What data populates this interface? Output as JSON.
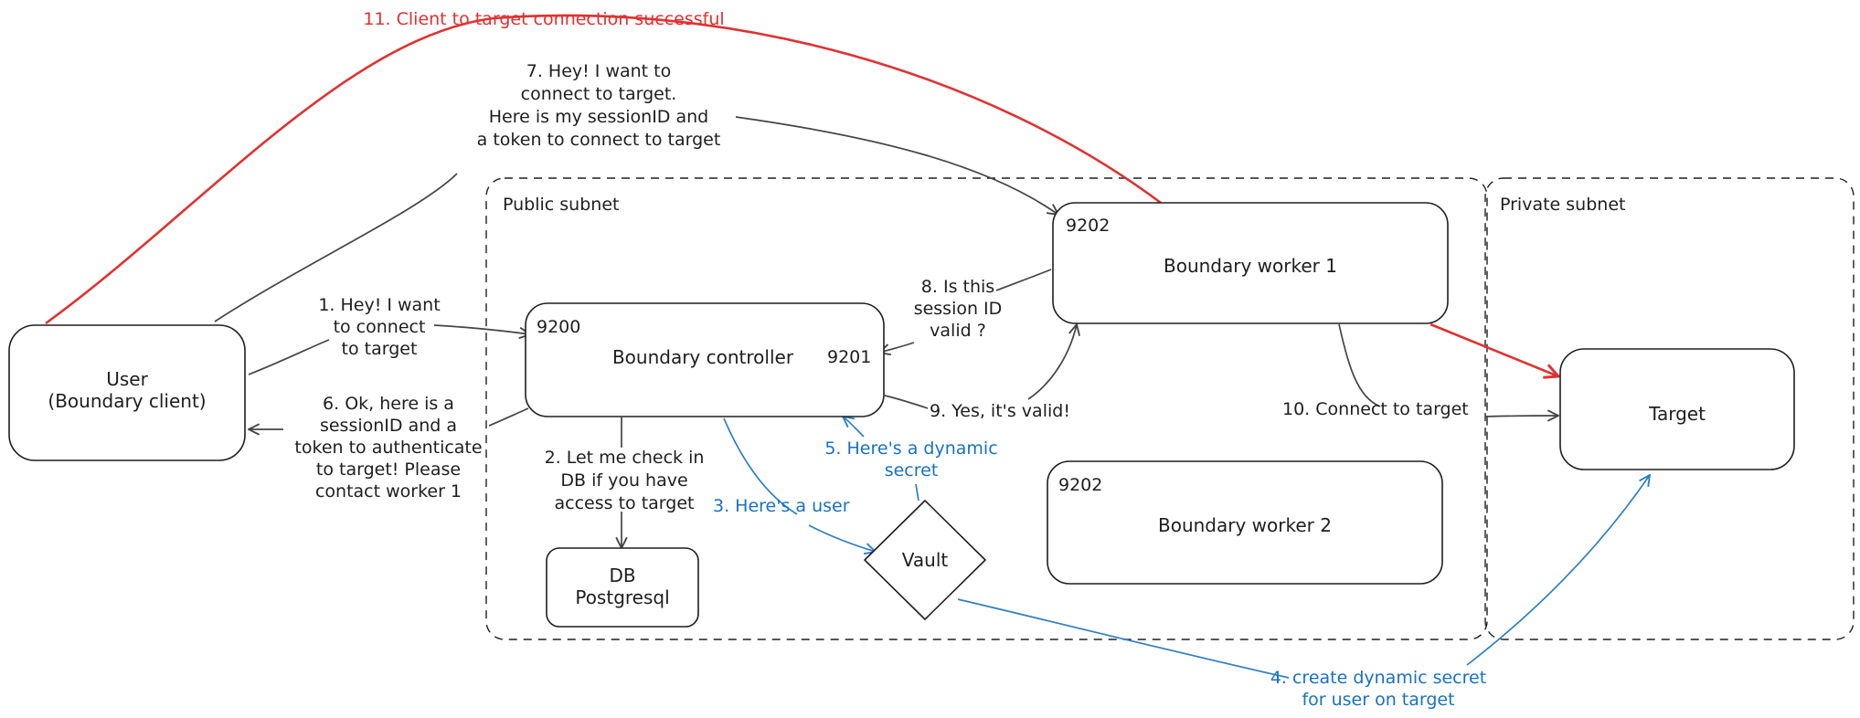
{
  "zones": {
    "public": "Public subnet",
    "private": "Private subnet"
  },
  "nodes": {
    "user": [
      "User",
      "(Boundary client)"
    ],
    "controller": "Boundary controller",
    "controller_port_main": "9200",
    "controller_port_cluster": "9201",
    "worker1": "Boundary worker 1",
    "worker1_port": "9202",
    "worker2": "Boundary worker 2",
    "worker2_port": "9202",
    "db": [
      "DB",
      "Postgresql"
    ],
    "vault": "Vault",
    "target": "Target"
  },
  "steps": {
    "s1": [
      "1. Hey! I want",
      "to connect",
      "to target"
    ],
    "s2": [
      "2. Let me check in",
      "DB if you have",
      "access to target"
    ],
    "s3": "3. Here's a user",
    "s4": [
      "4. create dynamic secret",
      "for user on target"
    ],
    "s5": [
      "5. Here's a dynamic",
      "secret"
    ],
    "s6": [
      "6. Ok, here is a",
      "sessionID and a",
      "token to authenticate",
      "to target! Please",
      "contact worker 1"
    ],
    "s7": [
      "7. Hey! I want to",
      "connect to target.",
      "Here is my sessionID and",
      "a token to connect to target"
    ],
    "s8": [
      "8. Is this",
      "session ID",
      "valid ?"
    ],
    "s9": "9. Yes, it's valid!",
    "s10": "10. Connect to target",
    "s11": "11. Client to target connection successful"
  },
  "colors": {
    "stroke": "#1e1e1e",
    "vault_flow": "#1971c2",
    "success": "#e03131"
  }
}
